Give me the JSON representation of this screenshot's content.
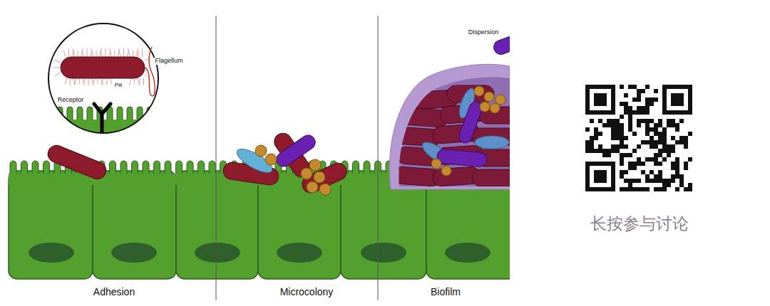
{
  "diagram": {
    "labels": [
      "Dispersion",
      "Flagellum",
      "Pili",
      "Receptor",
      "Adhesion",
      "Microcolony",
      "Biofilm",
      "长按参与讨论"
    ]
  }
}
